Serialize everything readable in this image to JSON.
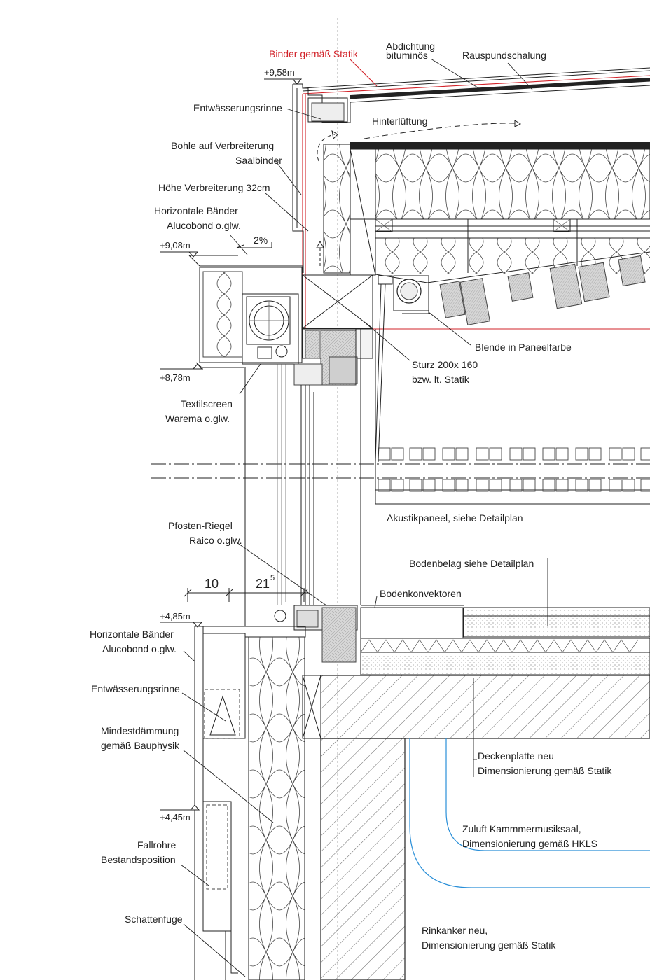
{
  "labels": {
    "binder": "Binder gemäß Statik",
    "abdichtung_1": "Abdichtung",
    "abdichtung_2": "bituminös",
    "rauspund": "Rauspundschalung",
    "entwaesserung_top": "Entwässerungsrinne",
    "hinterlueftung": "Hinterlüftung",
    "bohle_1": "Bohle auf Verbreiterung",
    "bohle_2": "Saalbinder",
    "hoehe": "Höhe Verbreiterung 32cm",
    "baender_top_1": "Horizontale Bänder",
    "baender_top_2": "Alucobond o.glw.",
    "slope": "2%",
    "blende": "Blende in Paneelfarbe",
    "sturz_1": "Sturz 200x 160",
    "sturz_2": "bzw. lt. Statik",
    "textil_1": "Textilscreen",
    "textil_2": "Warema o.glw.",
    "akustik": "Akustikpaneel, siehe Detailplan",
    "pfosten_1": "Pfosten-Riegel",
    "pfosten_2": "Raico o.glw.",
    "bodenbelag": "Bodenbelag siehe Detailplan",
    "bodenkonv": "Bodenkonvektoren",
    "baender_bot_1": "Horizontale Bänder",
    "baender_bot_2": "Alucobond o.glw.",
    "entwaesserung_bot": "Entwässerungsrinne",
    "mindest_1": "Mindestdämmung",
    "mindest_2": "gemäß Bauphysik",
    "decken_1": "Deckenplatte neu",
    "decken_2": "Dimensionierung gemäß Statik",
    "zuluft_1": "Zuluft Kammmermusiksaal,",
    "zuluft_2": "Dimensionierung gemäß HKLS",
    "fallrohre_1": "Fallrohre",
    "fallrohre_2": "Bestandsposition",
    "schatten": "Schattenfuge",
    "ringanker_1": "Rinkanker neu,",
    "ringanker_2": "Dimensionierung gemäß Statik"
  },
  "levels": {
    "l958": "+9,58m",
    "l908": "+9,08m",
    "l878": "+8,78m",
    "l485": "+4,85m",
    "l445": "+4,45m"
  },
  "dimensions": {
    "d1": "10",
    "d2": "21",
    "d2_sup": "5"
  },
  "colors": {
    "line": "#222222",
    "annotation_red": "#d2232a",
    "duct_blue": "#2a8fd8"
  }
}
